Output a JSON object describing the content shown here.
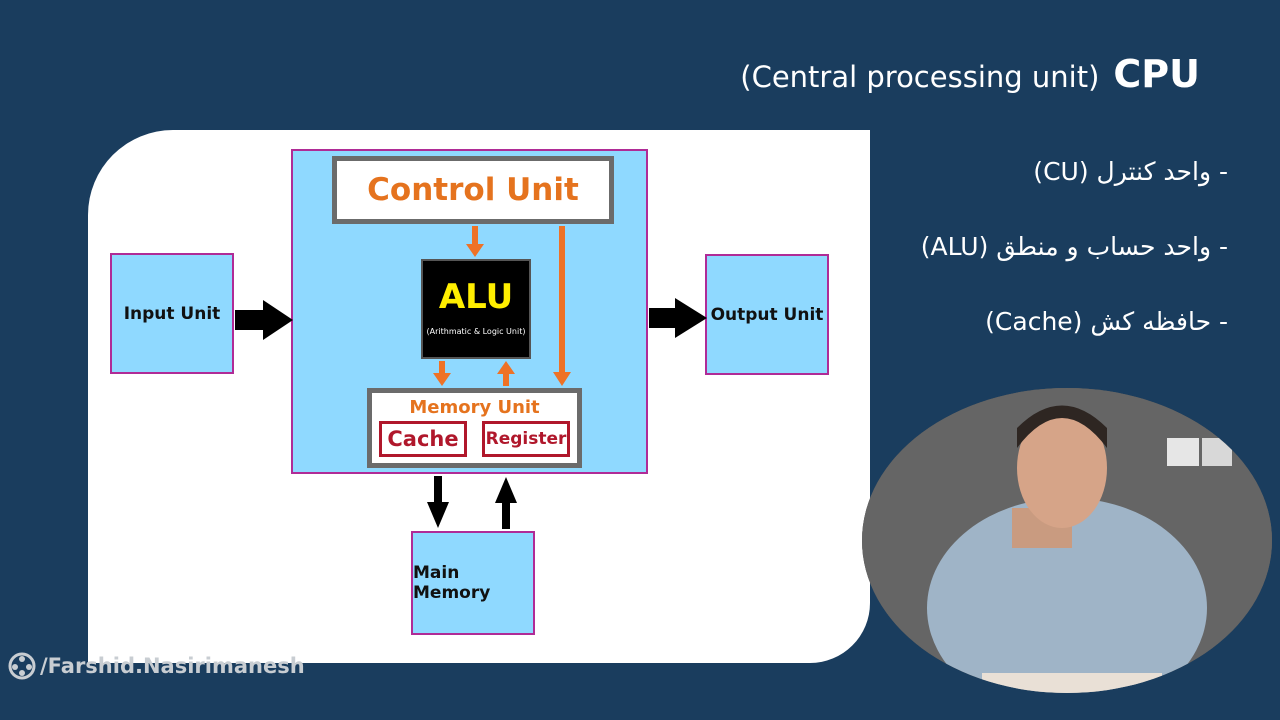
{
  "title": {
    "main": "CPU",
    "subtitle": "(Central processing unit)"
  },
  "bullets": [
    "- واحد کنترل (CU)",
    "- واحد حساب و منطق (ALU)",
    "- حافظه کش (Cache)"
  ],
  "diagram": {
    "input_unit": "Input Unit",
    "output_unit": "Output Unit",
    "main_memory": "Main Memory",
    "control_unit": "Control Unit",
    "alu": {
      "title": "ALU",
      "subtitle": "(Arithmatic & Logic Unit)"
    },
    "memory_unit": {
      "title": "Memory Unit",
      "cache": "Cache",
      "register": "Register"
    }
  },
  "colors": {
    "background": "#1a3d5e",
    "cpu_fill": "#8fd9ff",
    "box_border": "#b02b96",
    "control_text": "#e5731e",
    "alu_text": "#ffee00",
    "cache_red": "#b0172b",
    "arrow_orange": "#ee7226"
  },
  "watermark": {
    "icon": "film-reel-icon",
    "text": "/Farshid.Nasirimanesh"
  }
}
